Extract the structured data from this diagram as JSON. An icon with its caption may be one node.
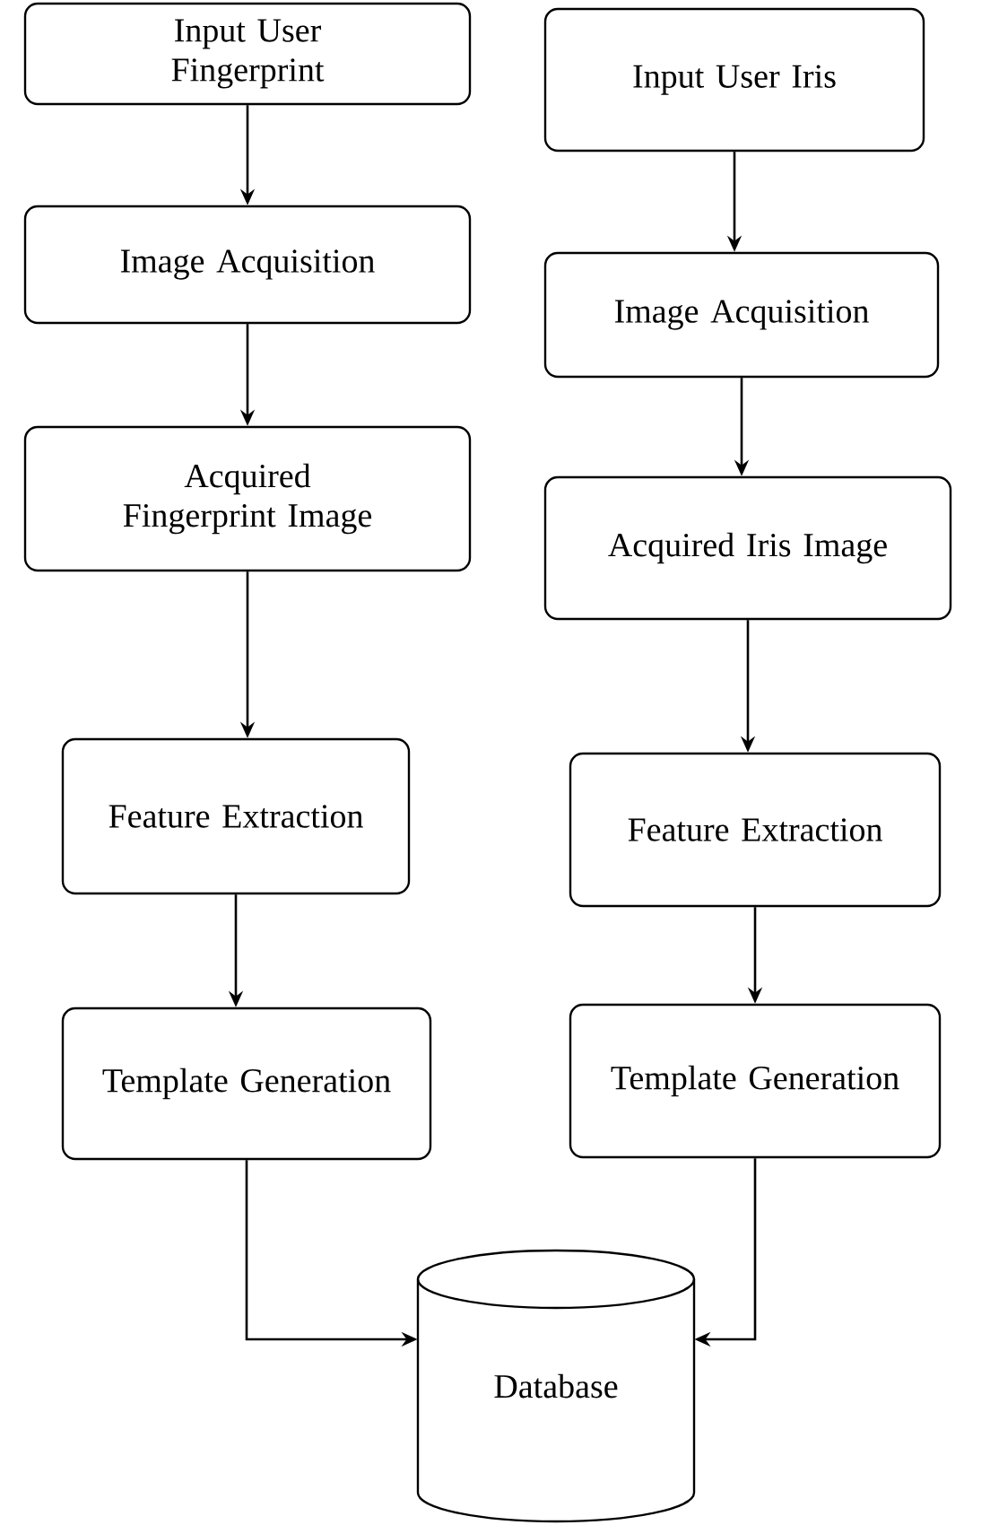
{
  "diagram": {
    "nodes": [
      {
        "text": [
          "Input User Fingerprint"
        ]
      },
      {
        "text": [
          "Image Acquisition"
        ]
      },
      {
        "text": [
          "Acquired Fingerprint Image"
        ]
      },
      {
        "text": [
          "Feature Extraction"
        ]
      },
      {
        "text": [
          "Template Generation"
        ]
      },
      {
        "text": [
          "Input User Iris"
        ]
      },
      {
        "text": [
          "Image Acquisition"
        ]
      },
      {
        "text": [
          "Acquired Iris Image"
        ]
      },
      {
        "text": [
          "Feature Extraction"
        ]
      },
      {
        "text": [
          "Template Generation"
        ]
      },
      {
        "text": [
          "Database"
        ]
      }
    ],
    "edges": [
      {
        "from": 0,
        "to": 1,
        "arrow": "to"
      },
      {
        "from": 1,
        "to": 2,
        "arrow": "to"
      },
      {
        "from": 2,
        "to": 3,
        "arrow": "to"
      },
      {
        "from": 3,
        "to": 4,
        "arrow": "to"
      },
      {
        "from": 4,
        "to": 10,
        "arrow": "to"
      },
      {
        "from": 5,
        "to": 6,
        "arrow": "to"
      },
      {
        "from": 6,
        "to": 7,
        "arrow": "to"
      },
      {
        "from": 7,
        "to": 8,
        "arrow": "to"
      },
      {
        "from": 8,
        "to": 9,
        "arrow": "to"
      },
      {
        "from": 9,
        "to": 10,
        "arrow": "to"
      }
    ]
  }
}
